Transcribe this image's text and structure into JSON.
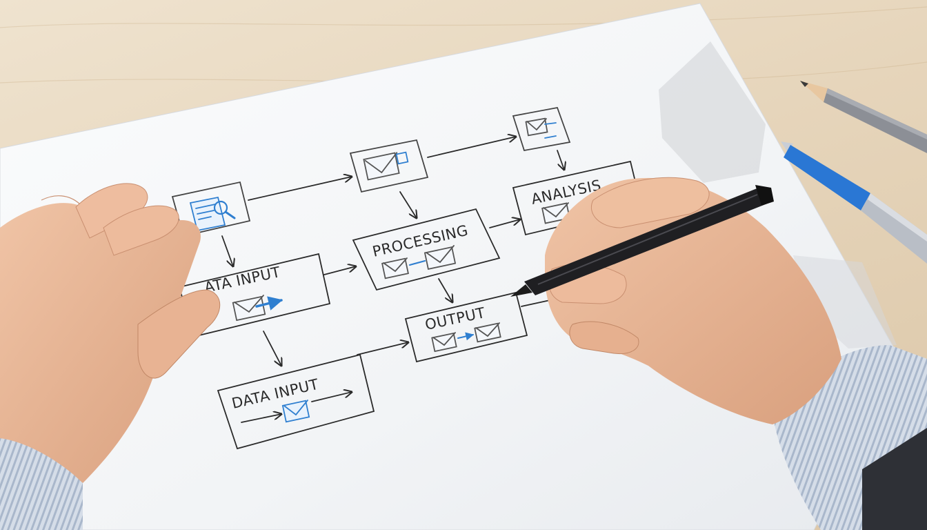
{
  "photo": {
    "subject": "hands sketching a flowchart",
    "colors": {
      "desk": "#e3d2b6",
      "paper": "#f6f7f8",
      "ink": "#2a2a2a",
      "accent": "#2f7fd0",
      "skin": "#e9b99a",
      "shirt": "#c9d3e0"
    }
  },
  "diagram": {
    "boxes": [
      {
        "id": "data-input-top",
        "label": "ATA INPUT"
      },
      {
        "id": "processing",
        "label": "PROCESSING"
      },
      {
        "id": "analysis",
        "label": "ANALYSIS"
      },
      {
        "id": "output",
        "label": "OUTPUT"
      },
      {
        "id": "data-input-bottom",
        "label": "DATA INPUT"
      }
    ],
    "icons": [
      {
        "id": "search-document",
        "name": "search-document-icon"
      },
      {
        "id": "mail-top",
        "name": "mail-icon"
      },
      {
        "id": "mail-right",
        "name": "mail-forward-icon"
      }
    ]
  }
}
